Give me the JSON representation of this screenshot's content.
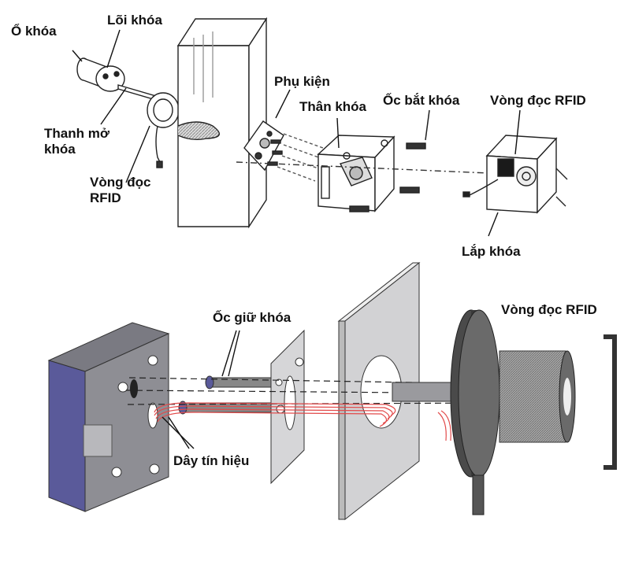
{
  "top_diagram": {
    "labels": {
      "o_khoa": "Ổ khóa",
      "loi_khoa": "Lõi khóa",
      "thanh_mo_khoa": "Thanh mở khóa",
      "vong_doc_rfid_left": "Vòng đọc RFID",
      "phu_kien": "Phụ kiện",
      "than_khoa": "Thân khóa",
      "oc_bat_khoa": "Ốc bắt khóa",
      "vong_doc_rfid_right": "Vòng đọc RFID",
      "lap_khoa": "Lắp khóa"
    }
  },
  "bottom_diagram": {
    "labels": {
      "oc_giu_khoa": "Ốc giữ khóa",
      "vong_doc_rfid": "Vòng đọc RFID",
      "day_tin_hieu": "Dây tín hiệu"
    }
  },
  "colors": {
    "line": "#222222",
    "lock_body_gray": "#8a8a8f",
    "lock_side_blue": "#5a5a9a",
    "plate_gray": "#c9c9cc",
    "signal_wire": "#e24a4a",
    "reader_dark": "#4a4a4a"
  }
}
